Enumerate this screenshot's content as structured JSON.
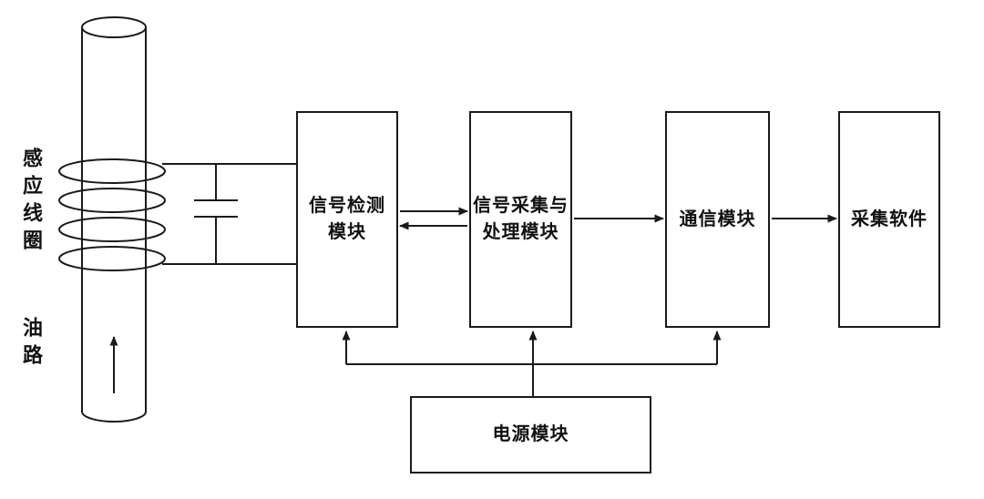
{
  "diagram": {
    "title": "oil-line-inductive-sensor-system-block-diagram",
    "labels": {
      "coil": "感应线圈",
      "oil": "油路"
    },
    "blocks": {
      "detect": "信号检测\n模块",
      "acquire": "信号采集与\n处理模块",
      "comm": "通信模块",
      "software": "采集软件",
      "power": "电源模块"
    },
    "colors": {
      "line": "#1a1a1a",
      "background": "#ffffff",
      "text": "#111111"
    }
  }
}
